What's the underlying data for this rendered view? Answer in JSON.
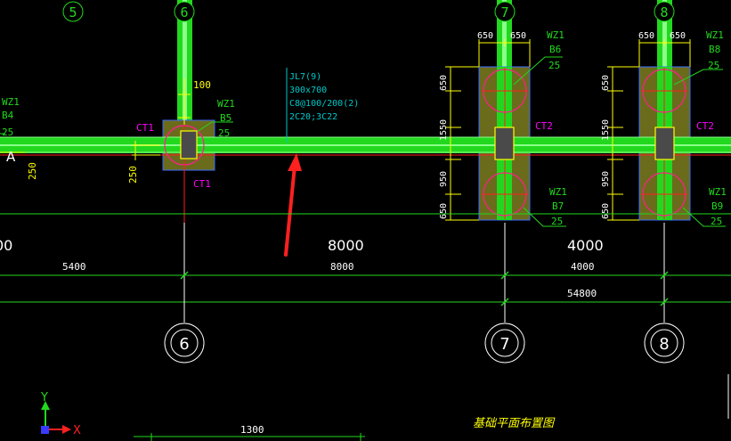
{
  "colors": {
    "background": "#000000",
    "beam": "#22d81e",
    "beam_edge": "#8aff8a",
    "dim_line": "#00ff00",
    "cyan": "#00c8c8",
    "yellow": "#ffff00",
    "magenta": "#ff00ff",
    "red": "#ff1e1e",
    "white": "#ffffff",
    "footing_fill": "#6b6b1c",
    "footing_edge": "#3a6cff",
    "pile_circle": "#ff1e8c",
    "arrow": "#ff2020",
    "title": "#ffff00"
  },
  "grid_axes": {
    "top": [
      "5",
      "6",
      "7",
      "8"
    ],
    "bottom": [
      "6",
      "7",
      "8"
    ],
    "row_label": "A"
  },
  "beam_label": [
    "JL7(9)",
    "300x700",
    "C8@100/200(2)",
    "2C20;3C22"
  ],
  "footing_labels": {
    "ct1_a": "CT1",
    "ct1_b": "CT1",
    "ct2_a": "CT2",
    "ct2_b": "CT2"
  },
  "pile_labels": {
    "left": {
      "l1": "WZ1",
      "l2": "B4",
      "l3": "25"
    },
    "b5": {
      "l1": "WZ1",
      "l2": "B5",
      "l3": "25"
    },
    "b6": {
      "l1": "WZ1",
      "l2": "B6",
      "l3": "25"
    },
    "b7": {
      "l1": "WZ1",
      "l2": "B7",
      "l3": "25"
    },
    "b8": {
      "l1": "WZ1",
      "l2": "B8",
      "l3": "25"
    },
    "b9": {
      "l1": "WZ1",
      "l2": "B9",
      "l3": "25"
    }
  },
  "dimensions": {
    "d100": "100",
    "d250a": "250",
    "d250b": "250",
    "d650": "650",
    "d1550": "1550",
    "d950": "950",
    "span_big_left": "00",
    "span_big_mid": "8000",
    "span_big_right": "4000",
    "span_5400": "5400",
    "span_8000": "8000",
    "span_4000": "4000",
    "total": "54800",
    "bottom_1300": "1300"
  },
  "ucs": {
    "y": "Y",
    "x": "X"
  },
  "title": "基础平面布置图"
}
